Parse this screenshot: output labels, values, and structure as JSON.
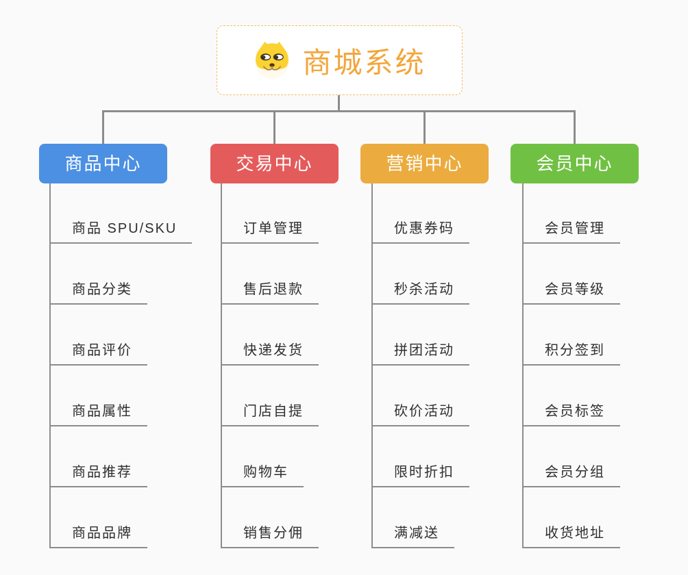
{
  "canvas": {
    "background": "#fafafa",
    "connector_color": "#8c8c8c"
  },
  "root": {
    "title": "商城系统",
    "icon": "doge-avatar-icon",
    "text_color": "#f2a63c",
    "border_color": "#f3bc69",
    "background": "#ffffff"
  },
  "branches": [
    {
      "label": "商品中心",
      "color": "#4b90e2",
      "items": [
        "商品 SPU/SKU",
        "商品分类",
        "商品评价",
        "商品属性",
        "商品推荐",
        "商品品牌"
      ]
    },
    {
      "label": "交易中心",
      "color": "#e45b5b",
      "items": [
        "订单管理",
        "售后退款",
        "快递发货",
        "门店自提",
        "购物车",
        "销售分佣"
      ]
    },
    {
      "label": "营销中心",
      "color": "#ebab3e",
      "items": [
        "优惠券码",
        "秒杀活动",
        "拼团活动",
        "砍价活动",
        "限时折扣",
        "满减送"
      ]
    },
    {
      "label": "会员中心",
      "color": "#70c143",
      "items": [
        "会员管理",
        "会员等级",
        "积分签到",
        "会员标签",
        "会员分组",
        "收货地址"
      ]
    }
  ]
}
